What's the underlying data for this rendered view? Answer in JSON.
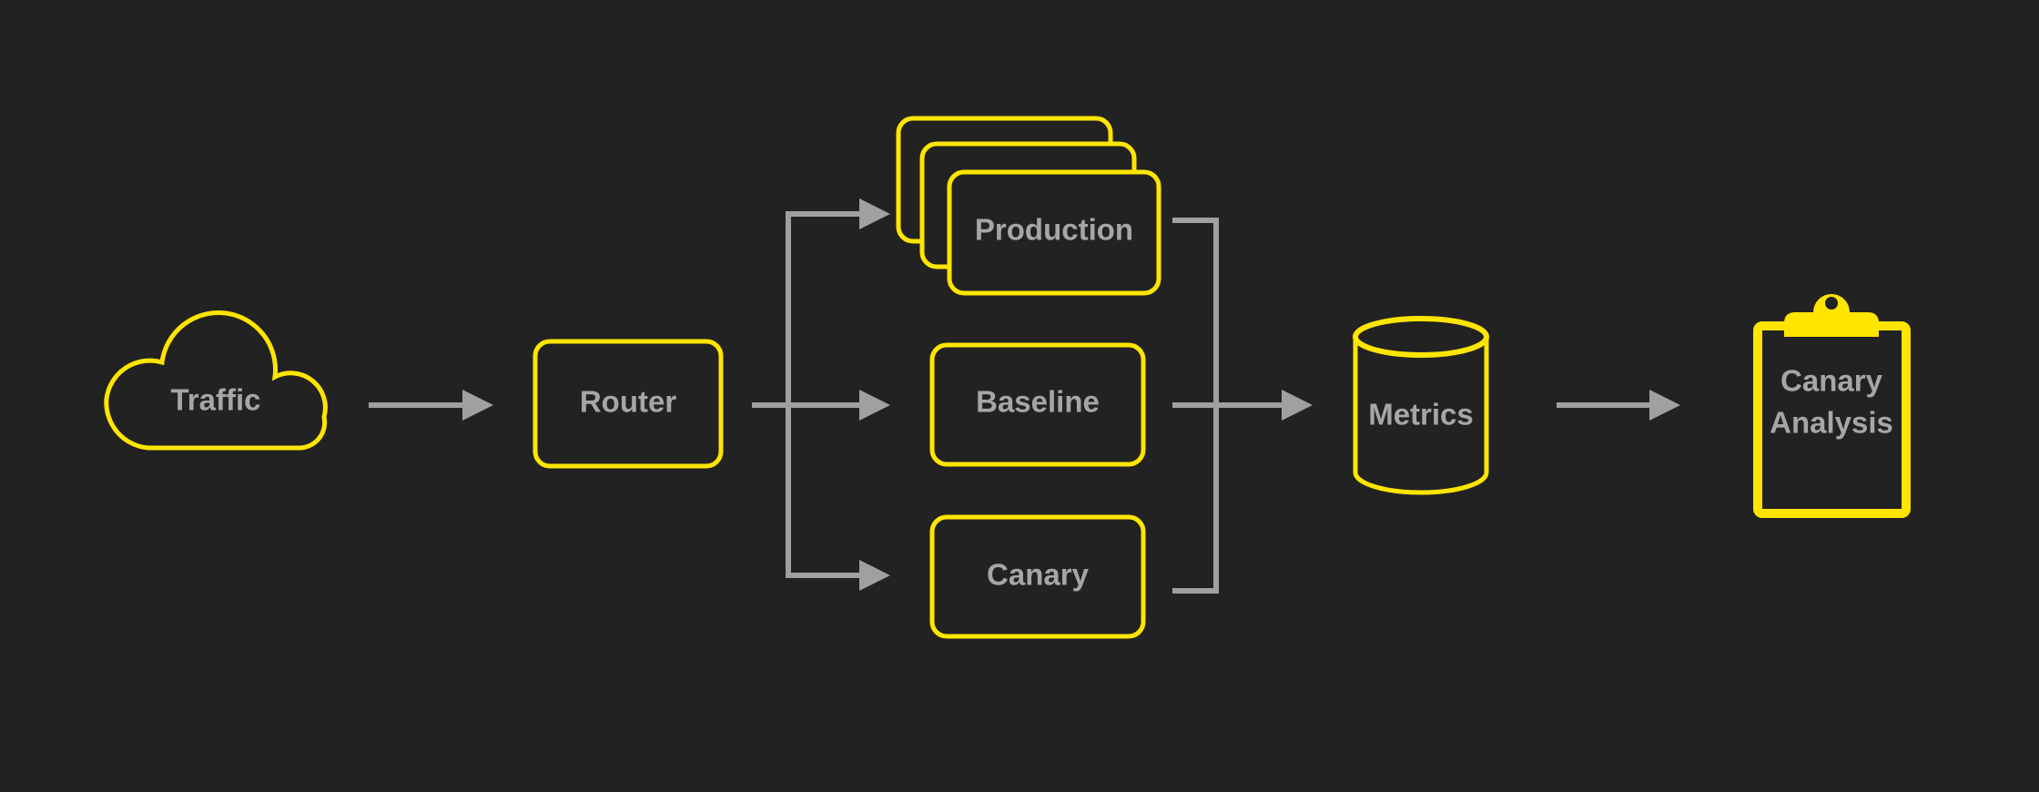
{
  "nodes": {
    "traffic": {
      "label": "Traffic",
      "shape": "cloud-icon"
    },
    "router": {
      "label": "Router",
      "shape": "rounded-box"
    },
    "production": {
      "label": "Production",
      "shape": "stacked-boxes"
    },
    "baseline": {
      "label": "Baseline",
      "shape": "rounded-box"
    },
    "canary": {
      "label": "Canary",
      "shape": "rounded-box"
    },
    "metrics": {
      "label": "Metrics",
      "shape": "database-cylinder-icon"
    },
    "canary_analysis": {
      "label_line1": "Canary",
      "label_line2": "Analysis",
      "shape": "clipboard-icon"
    }
  },
  "edges": [
    {
      "from": "traffic",
      "to": "router"
    },
    {
      "from": "router",
      "to": "production"
    },
    {
      "from": "router",
      "to": "baseline"
    },
    {
      "from": "router",
      "to": "canary"
    },
    {
      "from": "production",
      "to": "metrics"
    },
    {
      "from": "baseline",
      "to": "metrics"
    },
    {
      "from": "canary",
      "to": "metrics"
    },
    {
      "from": "metrics",
      "to": "canary_analysis"
    }
  ],
  "colors": {
    "background": "#222222",
    "node_outline": "#FFE500",
    "connector": "#A0A0A0",
    "label_text": "#A6A6A6"
  }
}
